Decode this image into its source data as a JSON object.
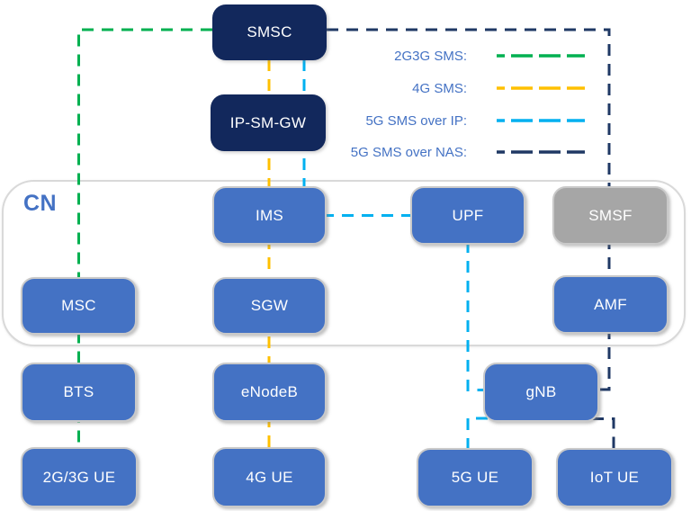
{
  "colors": {
    "background": "#ffffff",
    "node_blue": "#4472C4",
    "node_navy": "#12285C",
    "node_gray": "#A6A6A6",
    "line_green": "#00B050",
    "line_yellow": "#FFC000",
    "line_lightblue": "#00B0F0",
    "line_navy": "#1F3864",
    "legend_text": "#4472C4",
    "cn_text": "#4472C4"
  },
  "cn": {
    "label": "CN"
  },
  "nodes": {
    "smsc": {
      "label": "SMSC",
      "fill": "#12285C"
    },
    "ipsmgw": {
      "label": "IP-SM-GW",
      "fill": "#12285C"
    },
    "ims": {
      "label": "IMS",
      "fill": "#4472C4"
    },
    "upf": {
      "label": "UPF",
      "fill": "#4472C4"
    },
    "smsf": {
      "label": "SMSF",
      "fill": "#A6A6A6"
    },
    "msc": {
      "label": "MSC",
      "fill": "#4472C4"
    },
    "sgw": {
      "label": "SGW",
      "fill": "#4472C4"
    },
    "amf": {
      "label": "AMF",
      "fill": "#4472C4"
    },
    "bts": {
      "label": "BTS",
      "fill": "#4472C4"
    },
    "enodeb": {
      "label": "eNodeB",
      "fill": "#4472C4"
    },
    "gnb": {
      "label": "gNB",
      "fill": "#4472C4"
    },
    "ue_2g3g": {
      "label": "2G/3G UE",
      "fill": "#4472C4"
    },
    "ue_4g": {
      "label": "4G UE",
      "fill": "#4472C4"
    },
    "ue_5g": {
      "label": "5G UE",
      "fill": "#4472C4"
    },
    "ue_iot": {
      "label": "IoT UE",
      "fill": "#4472C4"
    }
  },
  "legend": {
    "items": [
      {
        "label": "2G3G SMS:",
        "color": "#00B050"
      },
      {
        "label": "4G SMS:",
        "color": "#FFC000"
      },
      {
        "label": "5G SMS over IP:",
        "color": "#00B0F0"
      },
      {
        "label": "5G SMS over NAS:",
        "color": "#1F3864"
      }
    ]
  },
  "connections": [
    {
      "type": "2G3G SMS",
      "color": "#00B050",
      "path": [
        "SMSC",
        "MSC",
        "BTS",
        "2G/3G UE"
      ]
    },
    {
      "type": "4G SMS",
      "color": "#FFC000",
      "path": [
        "SMSC",
        "IP-SM-GW",
        "IMS",
        "SGW",
        "eNodeB",
        "4G UE"
      ]
    },
    {
      "type": "5G SMS over IP",
      "color": "#00B0F0",
      "path": [
        "SMSC",
        "IP-SM-GW",
        "IMS",
        "UPF",
        "gNB",
        "5G UE"
      ]
    },
    {
      "type": "5G SMS over NAS",
      "color": "#1F3864",
      "path": [
        "SMSC",
        "SMSF",
        "AMF",
        "gNB",
        "IoT UE"
      ]
    }
  ]
}
